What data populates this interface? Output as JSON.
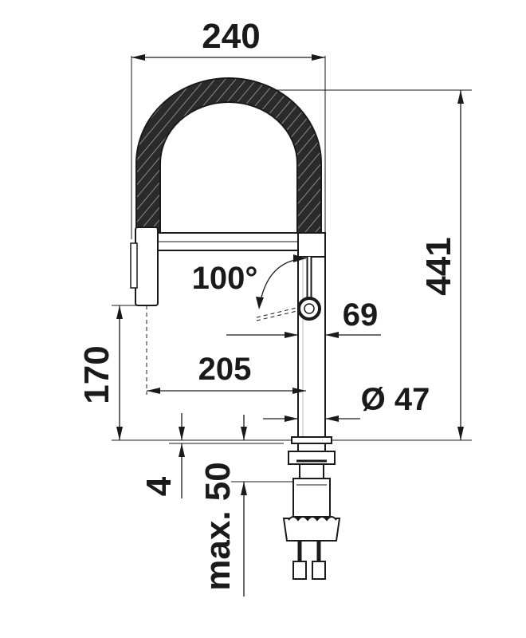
{
  "dimensions": {
    "spout_width": "240",
    "total_height": "441",
    "swivel_angle": "100°",
    "spout_radius": "69",
    "reach": "205",
    "height_above_sink": "170",
    "base_diameter": "Ø 47",
    "sink_thickness": "4",
    "max_counter": "max. 50"
  }
}
